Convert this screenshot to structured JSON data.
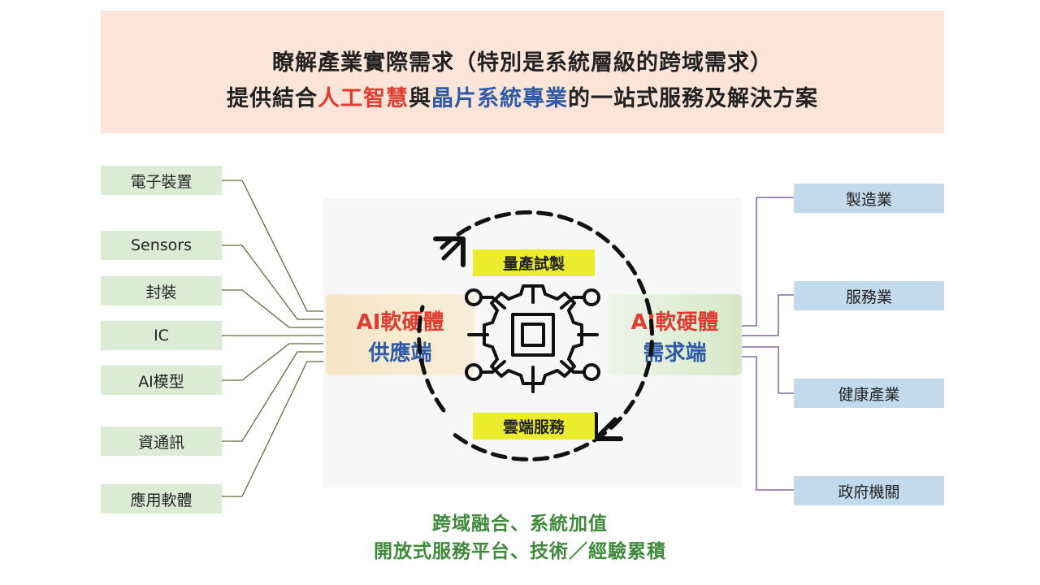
{
  "banner": {
    "line1": "瞭解產業實際需求（特別是系統層級的跨域需求）",
    "line2_prefix": "提供結合",
    "line2_highlight_ai": "人工智慧",
    "line2_middle": "與",
    "line2_highlight_chip": "晶片系統專業",
    "line2_suffix": "的一站式服務及解決方案"
  },
  "supply_items": [
    "電子裝置",
    "Sensors",
    "封裝",
    "IC",
    "AI模型",
    "資通訊",
    "應用軟體"
  ],
  "demand_items": [
    "製造業",
    "服務業",
    "健康產業",
    "政府機關"
  ],
  "center": {
    "supply_title": "AI軟硬體",
    "supply_subtitle": "供應端",
    "demand_title": "AI軟硬體",
    "demand_subtitle": "需求端",
    "top_label": "量產試製",
    "bottom_label": "雲端服務"
  },
  "footer": {
    "line1": "跨域融合、系統加值",
    "line2": "開放式服務平台、技術／經驗累積"
  },
  "colors": {
    "banner_bg": "#fbe5d9",
    "highlight_red": "#e03c31",
    "highlight_blue": "#2f5aa8",
    "supply_box": "#dbecd4",
    "demand_box": "#c3d9ec",
    "label_yellow": "#ecec2e",
    "footer_green": "#3e8a3a",
    "supply_connector": "#5a6e3a",
    "demand_connector": "#6a4d8c"
  },
  "icons": {
    "center": "chip-gear-icon",
    "cycle": "dashed-cycle-arrows-icon"
  }
}
